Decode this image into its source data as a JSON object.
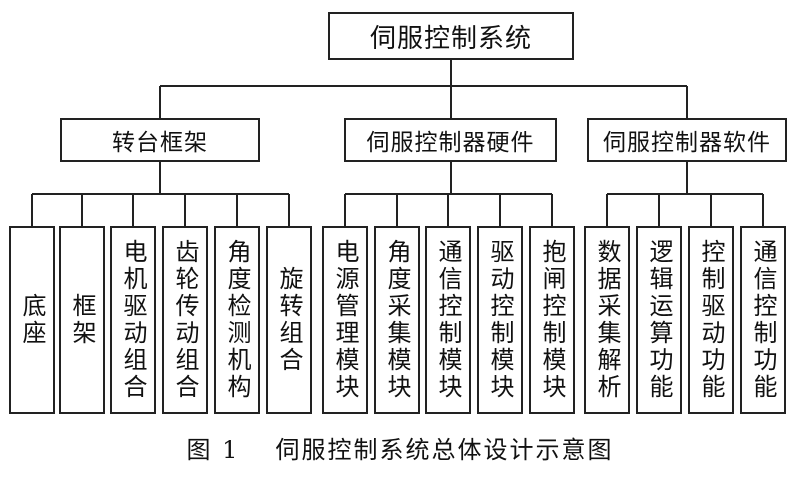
{
  "root": {
    "label": "伺服控制系统"
  },
  "groups": [
    {
      "label": "转台框架",
      "items": [
        "底座",
        "框架",
        "电机驱动组合",
        "齿轮传动组合",
        "角度检测机构",
        "旋转组合"
      ]
    },
    {
      "label": "伺服控制器硬件",
      "items": [
        "电源管理模块",
        "角度采集模块",
        "通信控制模块",
        "驱动控制模块",
        "抱闸控制模块"
      ]
    },
    {
      "label": "伺服控制器软件",
      "items": [
        "数据采集解析",
        "逻辑运算功能",
        "控制驱动功能",
        "通信控制功能"
      ]
    }
  ],
  "caption": {
    "figure_no": "图 1",
    "title": "伺服控制系统总体设计示意图"
  }
}
